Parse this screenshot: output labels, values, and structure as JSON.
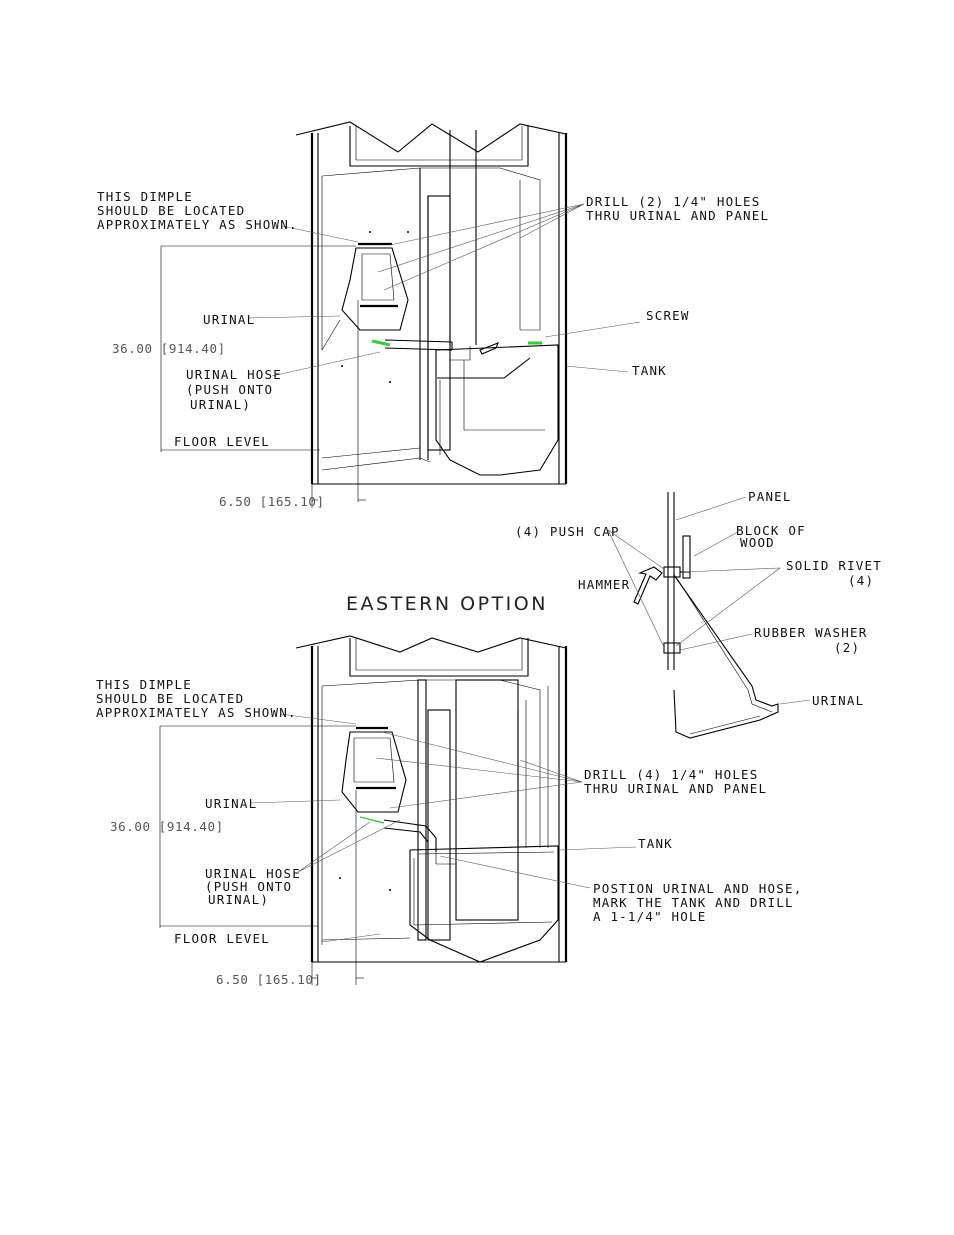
{
  "top_view": {
    "dimple_note": [
      "THIS DIMPLE",
      "SHOULD BE LOCATED",
      "APPROXIMATELY AS SHOWN."
    ],
    "drill_note": [
      "DRILL (2) 1/4\" HOLES",
      "THRU URINAL AND PANEL"
    ],
    "urinal": "URINAL",
    "screw": "SCREW",
    "height_dim": "36.00 [914.40]",
    "hose_note": [
      "URINAL HOSE",
      "(PUSH ONTO",
      "URINAL)"
    ],
    "tank": "TANK",
    "floor": "FLOOR LEVEL",
    "offset_dim": "6.50 [165.10]"
  },
  "detail_view": {
    "panel": "PANEL",
    "block": [
      "BLOCK OF",
      "WOOD"
    ],
    "push_cap": "(4) PUSH CAP",
    "rivet": [
      "SOLID RIVET",
      "(4)"
    ],
    "hammer": "HAMMER",
    "washer": [
      "RUBBER WASHER",
      "(2)"
    ],
    "urinal": "URINAL"
  },
  "bottom_view": {
    "title": "EASTERN OPTION",
    "dimple_note": [
      "THIS DIMPLE",
      "SHOULD BE LOCATED",
      "APPROXIMATELY AS SHOWN."
    ],
    "drill_note": [
      "DRILL (4) 1/4\" HOLES",
      "THRU URINAL AND PANEL"
    ],
    "urinal": "URINAL",
    "tank": "TANK",
    "height_dim": "36.00 [914.40]",
    "hose_note": [
      "URINAL HOSE",
      "(PUSH ONTO",
      "URINAL)"
    ],
    "position_note": [
      "POSTION URINAL AND HOSE,",
      "MARK THE TANK AND DRILL",
      "A 1-1/4\" HOLE"
    ],
    "floor": "FLOOR LEVEL",
    "offset_dim": "6.50 [165.10]"
  }
}
